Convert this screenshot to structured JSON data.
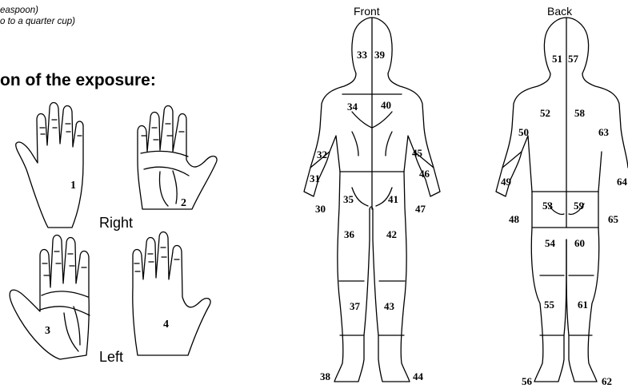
{
  "notes": {
    "line1": "easpoon)",
    "line2": "o to a quarter cup)"
  },
  "heading": "on of the exposure:",
  "hands": {
    "right_label": "Right",
    "left_label": "Left",
    "numbers": [
      "1",
      "2",
      "3",
      "4"
    ]
  },
  "body_front": {
    "title": "Front",
    "regions": [
      "33",
      "39",
      "34",
      "40",
      "32",
      "31",
      "30",
      "45",
      "46",
      "47",
      "35",
      "41",
      "36",
      "42",
      "37",
      "43",
      "38",
      "44"
    ]
  },
  "body_back": {
    "title": "Back",
    "regions": [
      "51",
      "57",
      "52",
      "58",
      "50",
      "63",
      "49",
      "64",
      "48",
      "53",
      "59",
      "65",
      "54",
      "60",
      "55",
      "61",
      "56",
      "62"
    ]
  }
}
